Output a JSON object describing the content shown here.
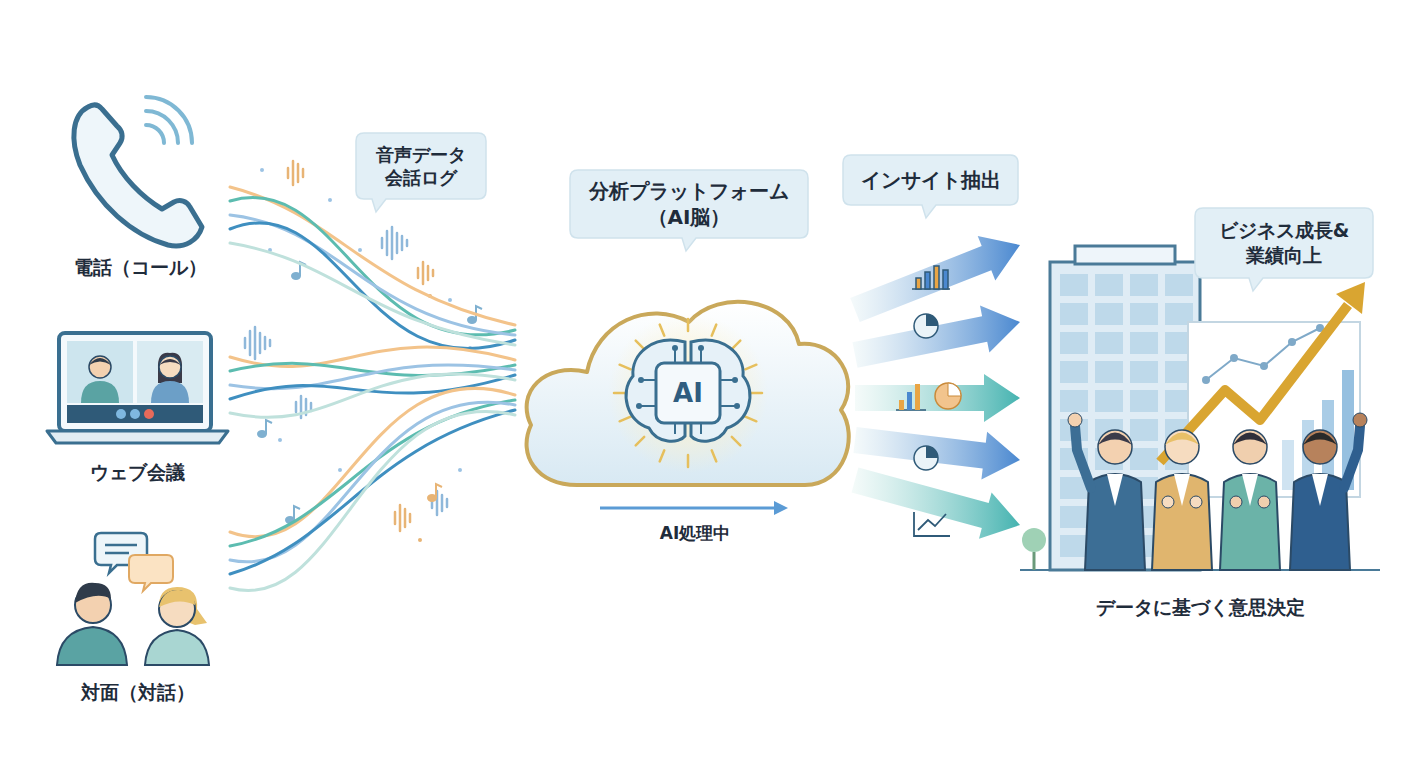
{
  "diagram": {
    "nodes": [
      {
        "text": [
          "電話（コール）"
        ]
      },
      {
        "text": [
          "ウェブ会議"
        ]
      },
      {
        "text": [
          "対面（対話）"
        ]
      },
      {
        "text": [
          "音声データ 会話ログ"
        ]
      },
      {
        "text": [
          "分析プラットフォーム （AI脳）"
        ]
      },
      {
        "text": [
          "AI"
        ]
      },
      {
        "text": [
          "インサイト抽出"
        ]
      },
      {
        "text": [
          "ビジネス成長& 業績向上"
        ]
      },
      {
        "text": [
          "データに基づく意思決定"
        ]
      }
    ],
    "edges": [
      {
        "from": 0,
        "to": 5,
        "arrow": "none"
      },
      {
        "from": 1,
        "to": 5,
        "arrow": "none"
      },
      {
        "from": 2,
        "to": 5,
        "arrow": "none"
      },
      {
        "from": 5,
        "to": 8,
        "arrow": "to"
      },
      {
        "from": 5,
        "to": 8,
        "arrow": "to"
      },
      {
        "from": 5,
        "to": 8,
        "arrow": "to"
      },
      {
        "from": 5,
        "to": 8,
        "arrow": "to"
      },
      {
        "from": 5,
        "to": 8,
        "arrow": "to"
      }
    ],
    "labels": [
      "AI処理中"
    ]
  }
}
